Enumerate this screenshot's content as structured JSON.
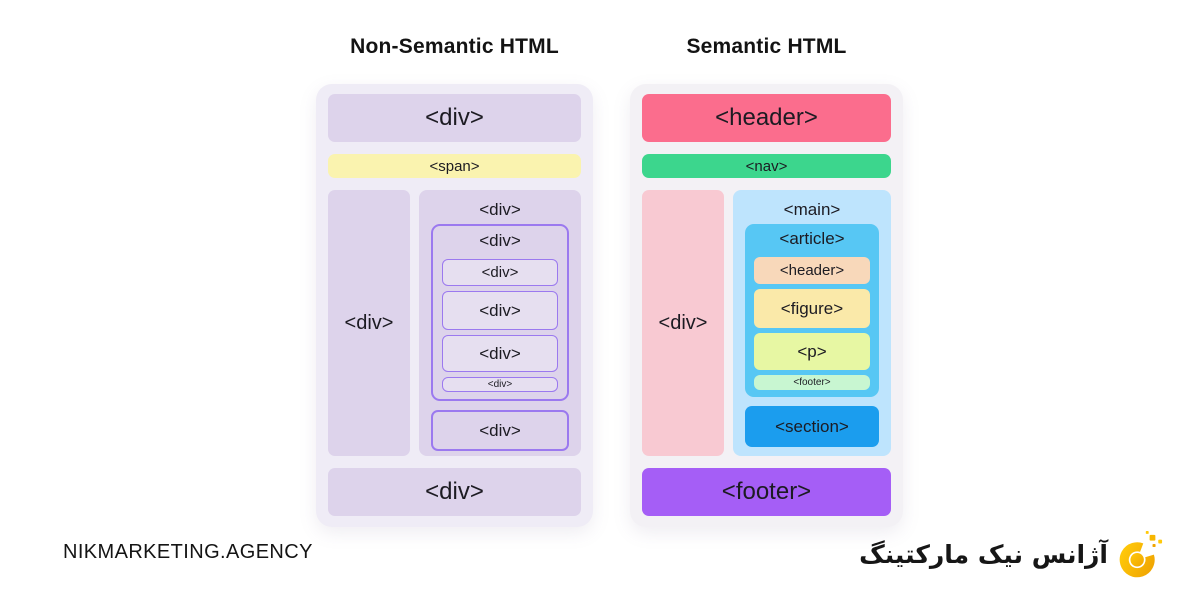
{
  "left": {
    "title": "Non-Semantic HTML",
    "bar_top": "<div>",
    "bar_span": "<span>",
    "col_div": "<div>",
    "stack_label": "<div>",
    "outer_label": "<div>",
    "inner_1": "<div>",
    "inner_2": "<div>",
    "inner_3": "<div>",
    "inner_4": "<div>",
    "bottom_box": "<div>",
    "bar_bottom": "<div>"
  },
  "right": {
    "title": "Semantic HTML",
    "bar_header": "<header>",
    "bar_nav": "<nav>",
    "col_div": "<div>",
    "main_label": "<main>",
    "article_label": "<article>",
    "inner_header": "<header>",
    "inner_figure": "<figure>",
    "inner_p": "<p>",
    "inner_footer": "<footer>",
    "section_label": "<section>",
    "bar_footer": "<footer>"
  },
  "branding": {
    "site": "NIKMARKETING.AGENCY",
    "agency_fa": "آژانس نیک مارکتینگ",
    "logo": "nikmarketing-logo"
  },
  "colors": {
    "lavender_bar": "#DDD3EB",
    "lavender_panel": "#EFECF6",
    "span_yellow": "#FAF3AF",
    "nested_border_purple": "#9B79EF",
    "header_pink": "#FB6D8D",
    "nav_green": "#3CD68D",
    "div_pink": "#F8C9D2",
    "main_light_blue": "#BEE4FD",
    "article_sky_blue": "#57C7F4",
    "inner_header_peach": "#F8D8BA",
    "figure_yellow": "#FAE9A9",
    "p_yellow_green": "#E7F7A3",
    "inner_footer_mint": "#C8F6D1",
    "section_blue": "#1B9DEE",
    "footer_purple": "#A55EF6",
    "logo_yellow": "#F7B600"
  }
}
